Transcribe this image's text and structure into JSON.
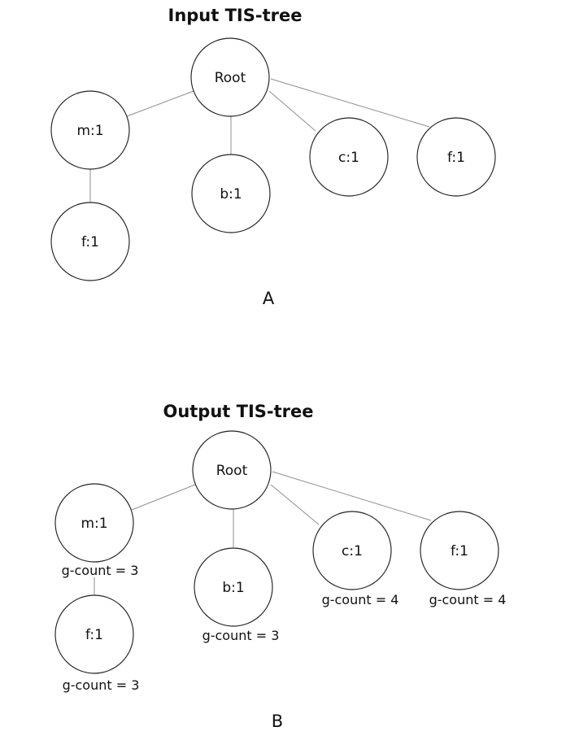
{
  "panel_a": {
    "title": "Input TIS-tree",
    "letter": "A",
    "nodes": {
      "root": "Root",
      "m": "m:1",
      "b": "b:1",
      "c": "c:1",
      "f_top": "f:1",
      "f_child": "f:1"
    }
  },
  "panel_b": {
    "title": "Output TIS-tree",
    "letter": "B",
    "nodes": {
      "root": "Root",
      "m": "m:1",
      "b": "b:1",
      "c": "c:1",
      "f_top": "f:1",
      "f_child": "f:1"
    },
    "gcounts": {
      "m": "g-count = 3",
      "b": "g-count = 3",
      "c": "g-count = 4",
      "f_top": "g-count = 4",
      "f_child": "g-count = 3"
    }
  }
}
